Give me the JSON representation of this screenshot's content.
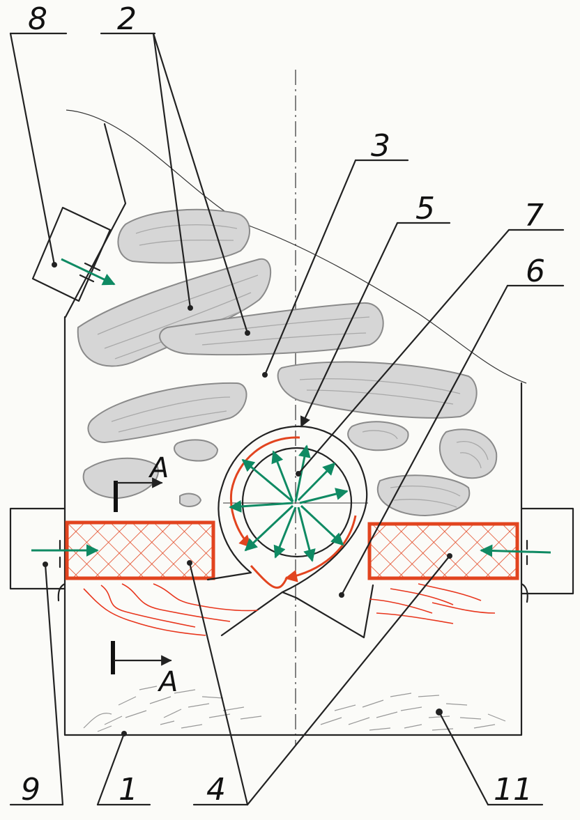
{
  "labels": {
    "body": "1",
    "wood": "2",
    "firebox": "3",
    "heaters": "4",
    "afterburner": "5",
    "flap": "6",
    "perforated_tube": "7",
    "upper_air_inlet": "8",
    "side_air_inlet": "9",
    "ash": "11"
  },
  "section": {
    "upper": "A",
    "lower": "A"
  },
  "colors": {
    "heater_red": "#e2441f",
    "air_green": "#0f8a63",
    "wood_gray": "#d6d6d6"
  }
}
